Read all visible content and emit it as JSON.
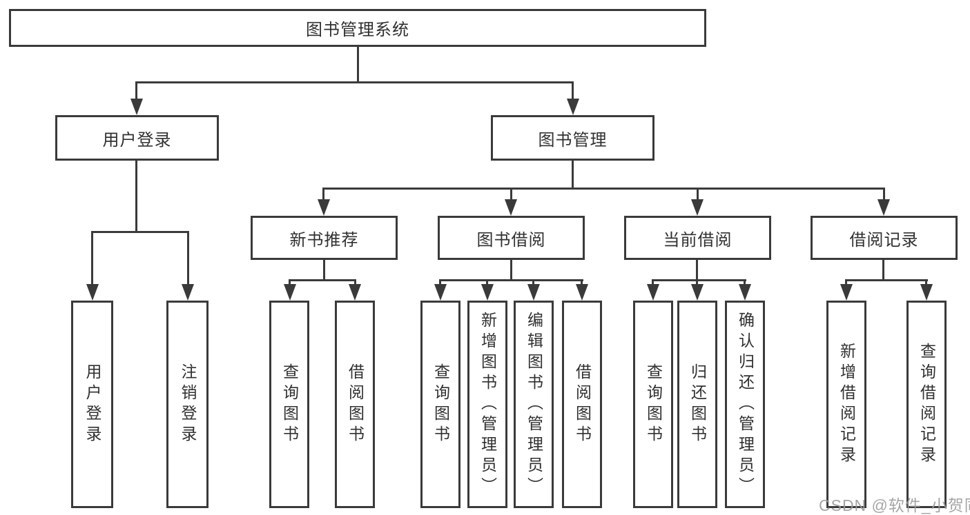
{
  "diagram": {
    "root": {
      "label": "图书管理系统"
    },
    "user_login": {
      "label": "用户登录",
      "children": [
        {
          "label": "用户登录"
        },
        {
          "label": "注销登录"
        }
      ]
    },
    "book_management": {
      "label": "图书管理",
      "groups": [
        {
          "label": "新书推荐",
          "children": [
            {
              "label": "查询图书"
            },
            {
              "label": "借阅图书"
            }
          ]
        },
        {
          "label": "图书借阅",
          "children": [
            {
              "label": "查询图书"
            },
            {
              "label": "新增图书（管理员）"
            },
            {
              "label": "编辑图书（管理员）"
            },
            {
              "label": "借阅图书"
            }
          ]
        },
        {
          "label": "当前借阅",
          "children": [
            {
              "label": "查询图书"
            },
            {
              "label": "归还图书"
            },
            {
              "label": "确认归还（管理员）"
            }
          ]
        },
        {
          "label": "借阅记录",
          "children": [
            {
              "label": "新增借阅记录"
            },
            {
              "label": "查询借阅记录"
            }
          ]
        }
      ]
    },
    "colors": {
      "line": "#3a3a3a",
      "text": "#303030",
      "watermark_text": "#9c9c9c",
      "background": "#ffffff"
    }
  },
  "watermark": {
    "text": "CSDN @软件_小贺同学"
  }
}
